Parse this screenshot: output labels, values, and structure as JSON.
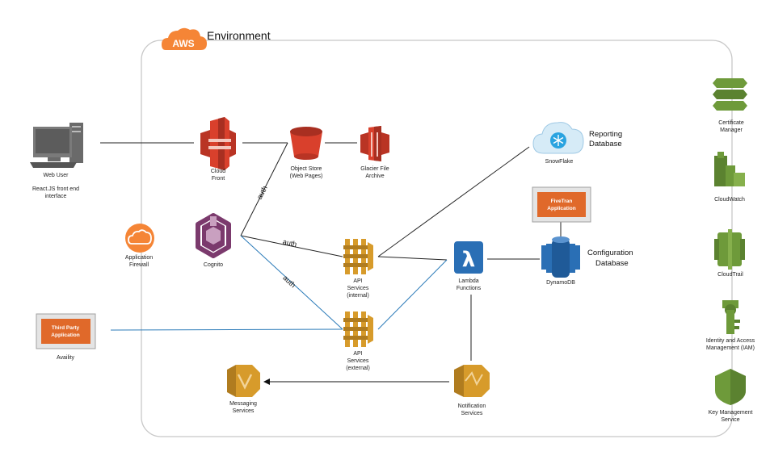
{
  "environment": {
    "badge": "AWS",
    "title": "Environment"
  },
  "external": {
    "web_user": {
      "label": "Web User",
      "note_line1": "React.JS front end",
      "note_line2": "interface"
    },
    "third_party": {
      "box_line1": "Third Party",
      "box_line2": "Application",
      "label": "Availity"
    }
  },
  "nodes": {
    "cloudfront": {
      "line1": "Cloud",
      "line2": "Front"
    },
    "object_store": {
      "line1": "Object Store",
      "line2": "(Web Pages)"
    },
    "glacier": {
      "line1": "Glacier File",
      "line2": "Archive"
    },
    "firewall": {
      "line1": "Application",
      "line2": "Firewall"
    },
    "cognito": {
      "line1": "Cognito"
    },
    "api_internal": {
      "line1": "API",
      "line2": "Services",
      "line3": "(internal)"
    },
    "api_external": {
      "line1": "API",
      "line2": "Services",
      "line3": "(external)"
    },
    "lambda": {
      "line1": "Lambda",
      "line2": "Functions"
    },
    "snowflake": {
      "line1": "SnowFlake",
      "title_line1": "Reporting",
      "title_line2": "Database"
    },
    "fivetran": {
      "box_line1": "FiveTran",
      "box_line2": "Application"
    },
    "dynamodb": {
      "line1": "DynamoDB",
      "title_line1": "Configuration",
      "title_line2": "Database"
    },
    "notification": {
      "line1": "Notification",
      "line2": "Services"
    },
    "messaging": {
      "line1": "Messaging",
      "line2": "Services"
    }
  },
  "sidebar": {
    "cert": {
      "line1": "Certificate",
      "line2": "Manager"
    },
    "cloudwatch": {
      "line1": "CloudWatch"
    },
    "cloudtrail": {
      "line1": "CloudTrail"
    },
    "iam": {
      "line1": "Identity and Access",
      "line2": "Management (IAM)"
    },
    "kms": {
      "line1": "Key Management",
      "line2": "Service"
    }
  },
  "edges": {
    "auth_label": "auth"
  },
  "colors": {
    "aws_orange": "#f58536",
    "aws_red": "#d9402c",
    "aws_gold": "#d79b2b",
    "aws_green": "#6e9a3a",
    "aws_purple": "#7b3a6d",
    "aws_blue": "#2a6fb5",
    "line_blue": "#2a7ab8"
  }
}
